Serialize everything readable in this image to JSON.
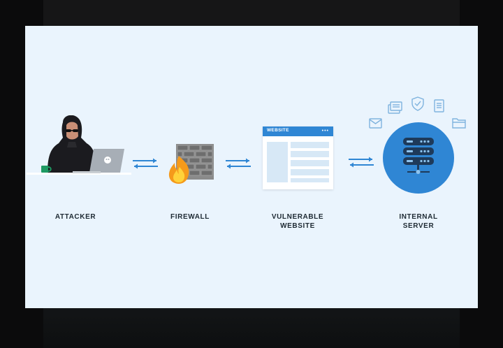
{
  "diagram": {
    "nodes": [
      {
        "id": "attacker",
        "label": "ATTACKER"
      },
      {
        "id": "firewall",
        "label": "FIREWALL"
      },
      {
        "id": "website",
        "label_line1": "VULNERABLE",
        "label_line2": "WEBSITE",
        "window_title": "WEBSITE"
      },
      {
        "id": "server",
        "label_line1": "INTERNAL",
        "label_line2": "SERVER"
      }
    ],
    "connections": [
      "attacker<->firewall",
      "firewall<->website",
      "website<->server"
    ]
  },
  "colors": {
    "panel_bg": "#eaf4fd",
    "accent_blue": "#2f86d4",
    "server_circle": "#2f86d4",
    "server_stack": "#1e3a5a",
    "brick": "#6e6e6e",
    "laptop": "#a7aeb6",
    "label_text": "#1e2a33"
  },
  "icons": [
    "hacker-icon",
    "laptop-icon",
    "mug-icon",
    "brick-wall-icon",
    "fire-icon",
    "browser-window-icon",
    "server-icon",
    "mail-icon",
    "shield-icon",
    "document-icon",
    "folder-icon",
    "database-icon"
  ]
}
